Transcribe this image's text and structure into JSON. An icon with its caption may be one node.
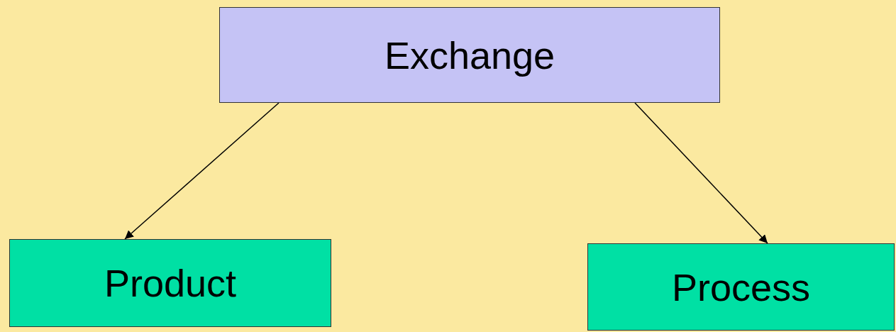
{
  "diagram": {
    "nodes": [
      {
        "text": [
          "Exchange"
        ]
      },
      {
        "text": [
          "Product"
        ]
      },
      {
        "text": [
          "Process"
        ]
      }
    ],
    "edges": [
      {
        "from": 0,
        "to": 1,
        "arrow": "to"
      },
      {
        "from": 0,
        "to": 2,
        "arrow": "to"
      }
    ]
  }
}
